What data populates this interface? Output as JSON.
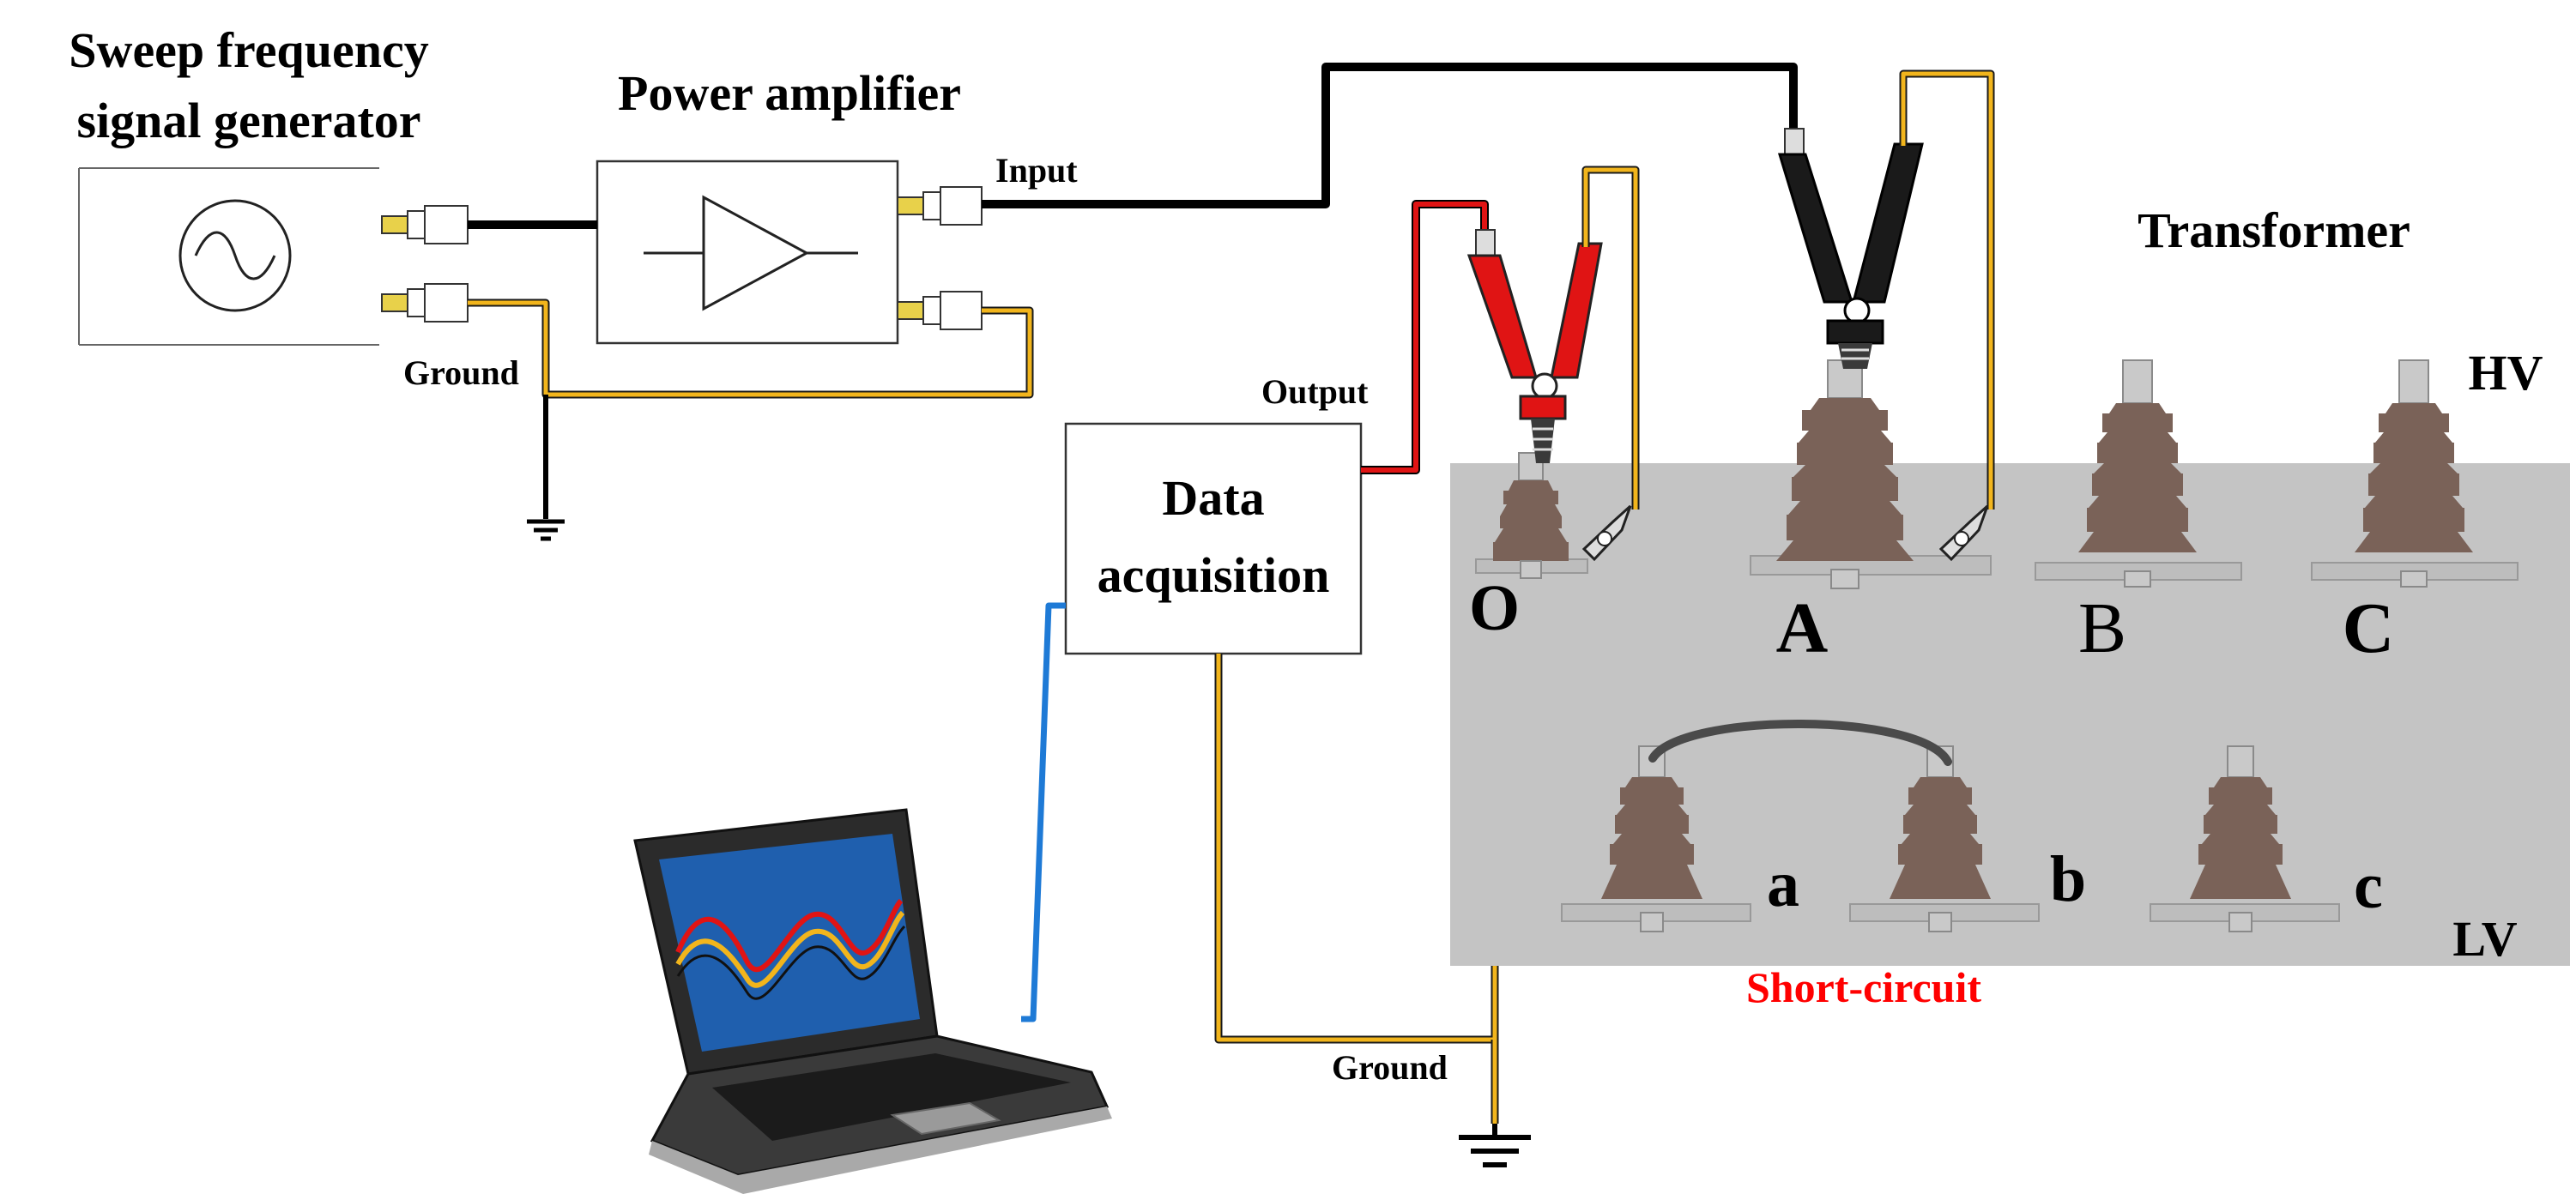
{
  "labels": {
    "generator": [
      "Sweep frequency",
      "signal generator"
    ],
    "amplifier": "Power amplifier",
    "input": "Input",
    "output": "Output",
    "ground_left": "Ground",
    "ground_bottom": "Ground",
    "data_acquisition": [
      "Data",
      "acquisition"
    ],
    "transformer": "Transformer",
    "hv": "HV",
    "lv": "LV",
    "short_circuit": "Short-circuit"
  },
  "terminals": {
    "hv": [
      "O",
      "A",
      "B",
      "C"
    ],
    "lv": [
      "a",
      "b",
      "c"
    ]
  },
  "colors": {
    "tank": "#c4c4c4",
    "bushing": "#7a6258",
    "red_wire": "#e01414",
    "gold_wire": "#f2b51c",
    "blue_wire": "#1e7ad6",
    "short_circuit_text": "#ff0000",
    "laptop_screen": "#1f5fae"
  }
}
